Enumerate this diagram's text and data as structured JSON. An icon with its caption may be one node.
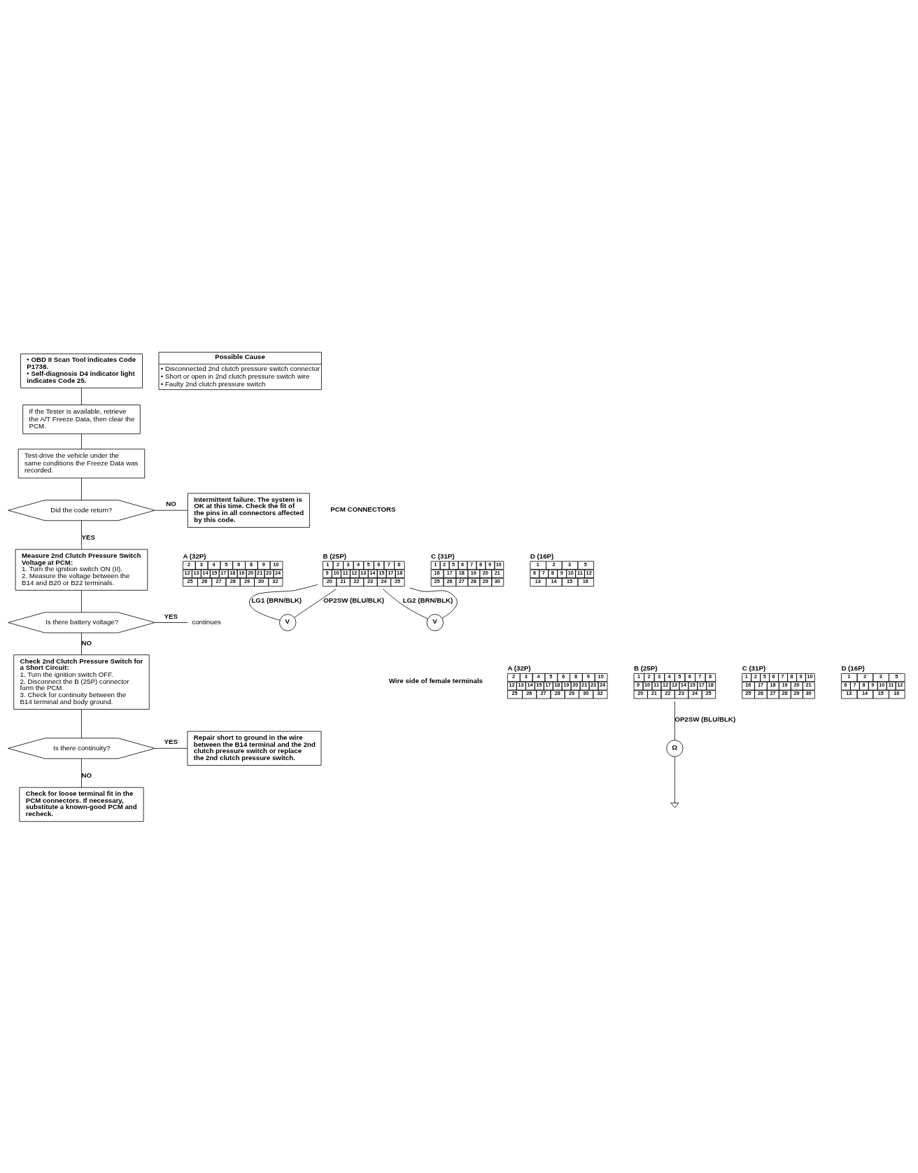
{
  "diagram": {
    "nodes": [
      {
        "text": [
          "• OBD II Scan Tool indicates Code P1738.",
          "• Self-diagnosis D4 indicator light indicates Code 25."
        ]
      },
      {
        "text": [
          "If the Tester is available, retrieve the A/T Freeze Data, then clear the PCM."
        ]
      },
      {
        "text": [
          "Test-drive the vehicle under the same conditions the Freeze Data was recorded."
        ]
      },
      {
        "text": [
          "Did the code return?"
        ]
      },
      {
        "text": [
          "Intermittent failure. The system is OK at this time. Check the fit of the pins in all connectors affected by this code."
        ]
      },
      {
        "text": [
          "Measure 2nd Clutch Pressure Switch Voltage at PCM:",
          "1. Turn the ignition switch ON (II).",
          "2. Measure the voltage between the B14 and B20 or B22 terminals."
        ]
      },
      {
        "text": [
          "Is there battery voltage?"
        ]
      },
      {
        "text": [
          "continues"
        ]
      },
      {
        "text": [
          "Check 2nd Clutch Pressure Switch for a Short Circuit:",
          "1. Turn the ignition switch OFF.",
          "2. Disconnect the B (25P) connector form the PCM.",
          "3. Check for continuity between the B14 terminal and body ground."
        ]
      },
      {
        "text": [
          "Is there continuity?"
        ]
      },
      {
        "text": [
          "Repair short to ground in the wire between the B14 terminal and the 2nd clutch pressure switch or replace the 2nd clutch pressure switch."
        ]
      },
      {
        "text": [
          "Check for loose terminal fit in the PCM connectors. If necessary, substitute a known-good PCM and recheck."
        ]
      },
      {
        "text": [
          "Possible Cause",
          "• Disconnected 2nd clutch pressure switch connector",
          "• Short or open in 2nd clutch pressure switch wire",
          "• Faulty 2nd clutch pressure switch"
        ]
      },
      {
        "text": [
          "A (32P)",
          "2",
          "3",
          "4",
          "5",
          "6",
          "8",
          "9",
          "10",
          "12",
          "13",
          "14",
          "15",
          "17",
          "18",
          "19",
          "20",
          "21",
          "23",
          "24",
          "25",
          "26",
          "27",
          "28",
          "29",
          "30",
          "32"
        ]
      },
      {
        "text": [
          "B (25P)",
          "1",
          "2",
          "3",
          "4",
          "5",
          "6",
          "7",
          "8",
          "9",
          "10",
          "11",
          "12",
          "13",
          "14",
          "15",
          "17",
          "18",
          "20",
          "21",
          "22",
          "23",
          "24",
          "25"
        ]
      },
      {
        "text": [
          "C (31P)",
          "1",
          "2",
          "5",
          "6",
          "7",
          "8",
          "9",
          "10",
          "16",
          "17",
          "18",
          "19",
          "20",
          "21",
          "25",
          "26",
          "27",
          "28",
          "29",
          "30"
        ]
      },
      {
        "text": [
          "D (16P)",
          "1",
          "2",
          "3",
          "5",
          "6",
          "7",
          "8",
          "9",
          "10",
          "11",
          "12",
          "13",
          "14",
          "15",
          "16"
        ]
      },
      {
        "text": [
          "V"
        ]
      },
      {
        "text": [
          "V"
        ]
      },
      {
        "text": [
          "A (32P)",
          "2",
          "3",
          "4",
          "5",
          "6",
          "8",
          "9",
          "10",
          "12",
          "13",
          "14",
          "15",
          "17",
          "18",
          "19",
          "20",
          "21",
          "23",
          "24",
          "25",
          "26",
          "27",
          "28",
          "29",
          "30",
          "32"
        ]
      },
      {
        "text": [
          "B (25P)",
          "1",
          "2",
          "3",
          "4",
          "5",
          "6",
          "7",
          "8",
          "9",
          "10",
          "11",
          "12",
          "13",
          "14",
          "15",
          "17",
          "18",
          "20",
          "21",
          "22",
          "23",
          "24",
          "25"
        ]
      },
      {
        "text": [
          "C (31P)",
          "1",
          "2",
          "5",
          "6",
          "7",
          "8",
          "9",
          "10",
          "16",
          "17",
          "18",
          "19",
          "20",
          "21",
          "25",
          "26",
          "27",
          "28",
          "29",
          "30"
        ]
      },
      {
        "text": [
          "D (16P)",
          "1",
          "2",
          "3",
          "5",
          "6",
          "7",
          "8",
          "9",
          "10",
          "11",
          "12",
          "13",
          "14",
          "15",
          "16"
        ]
      },
      {
        "text": [
          "Ω"
        ]
      },
      {
        "text": [],
        "shape": "ground"
      }
    ],
    "edges": [
      {
        "from": 0,
        "to": 1,
        "arrow": "none"
      },
      {
        "from": 1,
        "to": 2,
        "arrow": "none"
      },
      {
        "from": 2,
        "to": 3,
        "arrow": "none"
      },
      {
        "from": 3,
        "to": 4,
        "arrow": "none",
        "label": "NO"
      },
      {
        "from": 3,
        "to": 5,
        "arrow": "none",
        "label": "YES"
      },
      {
        "from": 5,
        "to": 6,
        "arrow": "none"
      },
      {
        "from": 6,
        "to": 7,
        "arrow": "none",
        "label": "YES"
      },
      {
        "from": 6,
        "to": 8,
        "arrow": "none",
        "label": "NO"
      },
      {
        "from": 8,
        "to": 9,
        "arrow": "none"
      },
      {
        "from": 9,
        "to": 10,
        "arrow": "none",
        "label": "YES"
      },
      {
        "from": 9,
        "to": 11,
        "arrow": "none",
        "label": "NO"
      },
      {
        "from": 14,
        "to": 17,
        "arrow": "none",
        "label": "LG1 (BRN/BLK)"
      },
      {
        "from": 14,
        "to": 18,
        "arrow": "none",
        "label": "LG2 (BRN/BLK)"
      },
      {
        "from": 14,
        "to": 17,
        "arrow": "none",
        "label": "OP2SW (BLU/BLK)"
      },
      {
        "from": 14,
        "to": 18,
        "arrow": "none"
      },
      {
        "from": 20,
        "to": 23,
        "arrow": "none",
        "label": "OP2SW (BLU/BLK)"
      },
      {
        "from": 23,
        "to": 24,
        "arrow": "none"
      }
    ],
    "labels": [
      "PCM CONNECTORS",
      "Wire side of female terminals"
    ]
  }
}
